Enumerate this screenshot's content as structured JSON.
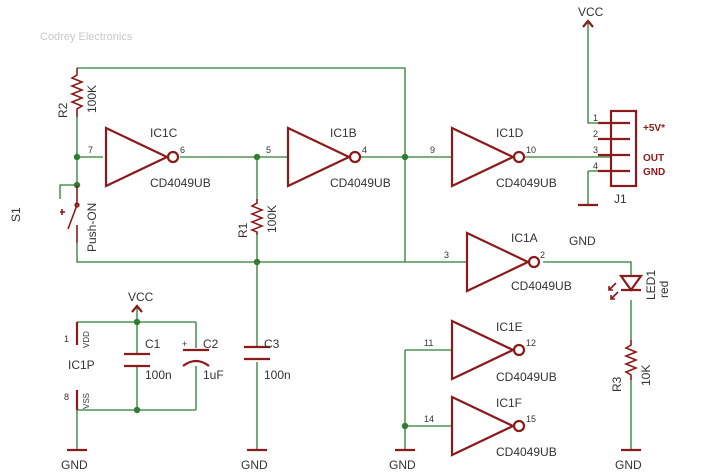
{
  "watermark": "Codrey Electronics",
  "colors": {
    "wire": "#2e7d32",
    "part": "#8b1a1a",
    "text": "#333333",
    "watermark": "#c8c8c8"
  },
  "power": {
    "vcc": "VCC",
    "gnd": "GND"
  },
  "gates": [
    {
      "name": "IC1C",
      "part": "CD4049UB",
      "in": "7",
      "out": "6"
    },
    {
      "name": "IC1B",
      "part": "CD4049UB",
      "in": "5",
      "out": "4"
    },
    {
      "name": "IC1D",
      "part": "CD4049UB",
      "in": "9",
      "out": "10"
    },
    {
      "name": "IC1A",
      "part": "CD4049UB",
      "in": "3",
      "out": "2"
    },
    {
      "name": "IC1E",
      "part": "CD4049UB",
      "in": "11",
      "out": "12"
    },
    {
      "name": "IC1F",
      "part": "CD4049UB",
      "in": "14",
      "out": "15"
    }
  ],
  "components": {
    "r1": {
      "name": "R1",
      "value": "100K"
    },
    "r2": {
      "name": "R2",
      "value": "100K"
    },
    "r3": {
      "name": "R3",
      "value": "10K"
    },
    "c1": {
      "name": "C1",
      "value": "100n"
    },
    "c2": {
      "name": "C2",
      "value": "1uF",
      "polarity": "+"
    },
    "c3": {
      "name": "C3",
      "value": "100n"
    },
    "s1": {
      "name": "S1",
      "value": "Push-ON"
    },
    "led1": {
      "name": "LED1",
      "value": "red"
    },
    "ic1p": {
      "name": "IC1P",
      "pin_vdd": "1",
      "vdd": "VDD",
      "pin_vss": "8",
      "vss": "VSS"
    }
  },
  "connector": {
    "name": "J1",
    "pins": [
      "1",
      "2",
      "3",
      "4"
    ],
    "labels": {
      "plus5v": "+5V*",
      "out": "OUT",
      "gnd": "GND"
    }
  }
}
